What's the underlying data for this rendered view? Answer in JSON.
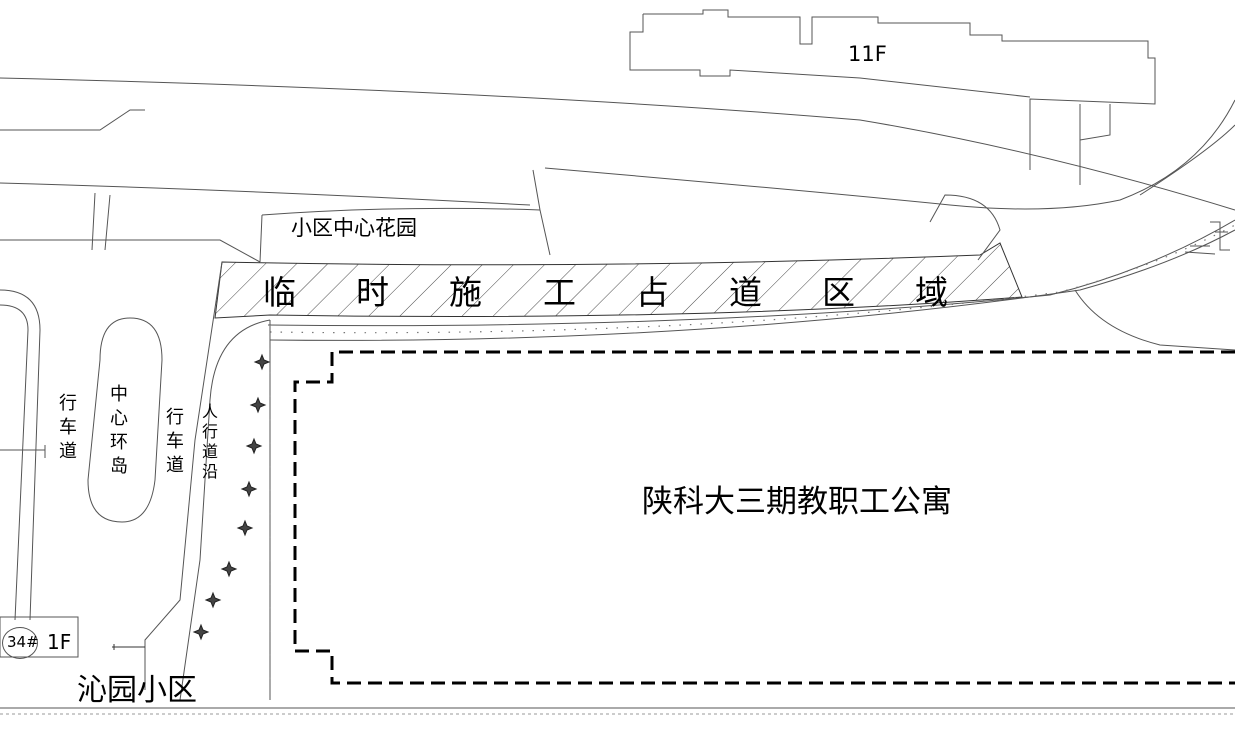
{
  "labels": {
    "building_11f": "11F",
    "garden": "小区中心花园",
    "temp_zone": [
      "临",
      "时",
      "施",
      "工",
      "占",
      "道",
      "区",
      "域"
    ],
    "lane_left": "行车道",
    "center_island": "中心环岛",
    "lane_right": "行车道",
    "sidewalk": "人行道沿",
    "building_34": "34#",
    "building_1f": "1F",
    "qinyuan": "沁园小区",
    "apartment": "陕科大三期教职工公寓"
  }
}
